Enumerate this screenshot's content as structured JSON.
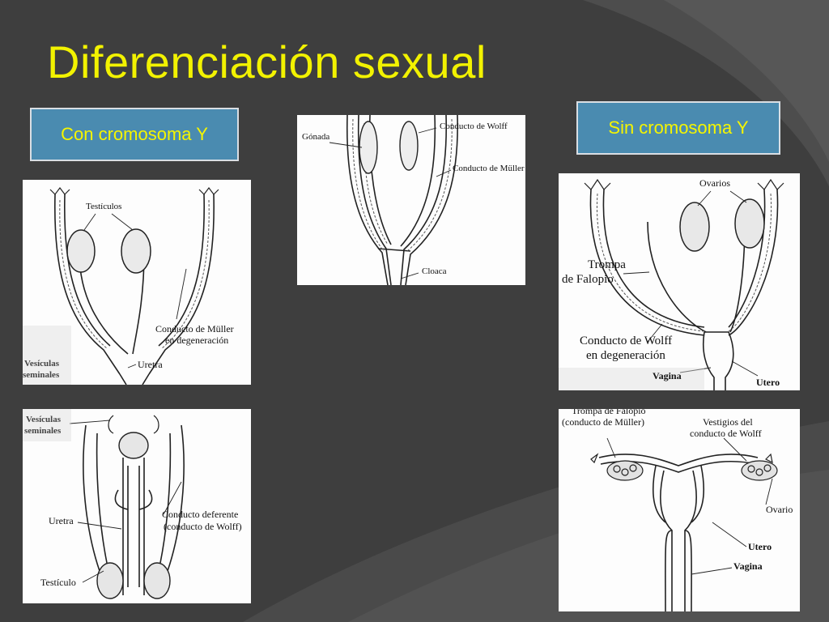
{
  "slide": {
    "title": "Diferenciación sexual",
    "label_male": "Con cromosoma Y",
    "label_female": "Sin cromosoma Y"
  },
  "panels": {
    "indifferent": {
      "gonada": "Gónada",
      "wolff": "Conducto de Wolff",
      "muller": "Conducto de Müller",
      "cloaca": "Cloaca"
    },
    "male_early": {
      "testiculos": "Testículos",
      "muller_line1": "Conducto de Müller",
      "muller_line2": "en degeneración",
      "uretra": "Uretra",
      "vesiculas_line1": "Vesículas",
      "vesiculas_line2": "seminales"
    },
    "male_adult": {
      "vesiculas_line1": "Vesículas",
      "vesiculas_line2": "seminales",
      "uretra": "Uretra",
      "deferente_line1": "Conducto deferente",
      "deferente_line2": "(conducto de Wolff)",
      "testiculo": "Testículo"
    },
    "female_early": {
      "ovarios": "Ovarios",
      "trompa_line1": "Trompa",
      "trompa_line2": "de Falopio",
      "wolff_line1": "Conducto de Wolff",
      "wolff_line2": "en degeneración",
      "vagina": "Vagina",
      "utero": "Utero"
    },
    "female_adult": {
      "trompa_line1": "Trompa de Falopio",
      "trompa_line2": "(conducto de Müller)",
      "vestigios_line1": "Vestigios del",
      "vestigios_line2": "conducto de Wolff",
      "ovario": "Ovario",
      "utero": "Utero",
      "vagina": "Vagina"
    }
  },
  "colors": {
    "background": "#3e3e3e",
    "title": "#f2f200",
    "label_box": "#4a8bb0",
    "label_text": "#f5f500"
  }
}
